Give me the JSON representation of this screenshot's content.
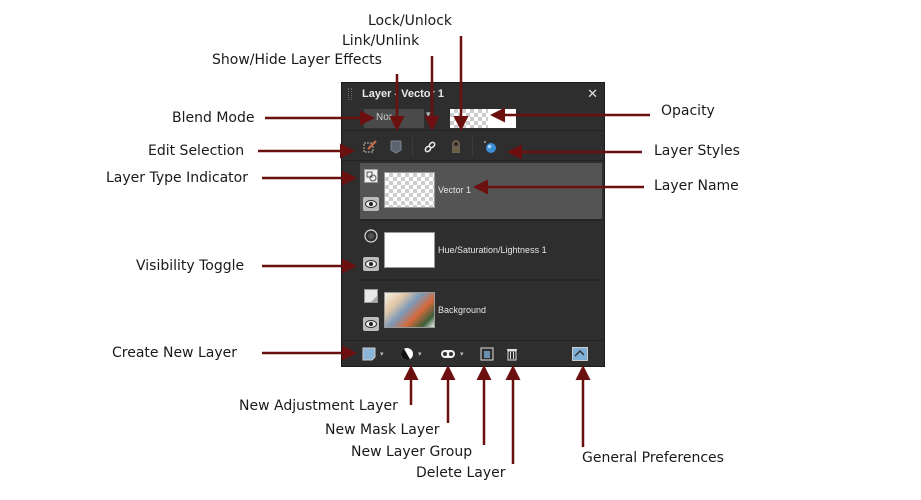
{
  "panel": {
    "title": "Layer - Vector 1",
    "close_glyph": "✕",
    "blend_mode": "Normal",
    "blend_mode_visible": "Nor",
    "dropdown_glyph": "▾",
    "layers": [
      {
        "name": "Vector 1",
        "type_icon": "vector-layer-icon",
        "thumbnail": "transparent",
        "selected": true
      },
      {
        "name": "Hue/Saturation/Lightness 1",
        "type_icon": "adjustment-layer-icon",
        "thumbnail": "white",
        "selected": false
      },
      {
        "name": "Background",
        "type_icon": "raster-layer-icon",
        "thumbnail": "photo",
        "selected": false
      }
    ],
    "toolbar_icons": [
      "edit-selection-icon",
      "layer-effects-icon",
      "link-icon",
      "lock-icon",
      "layer-styles-icon"
    ],
    "bottom_icons": [
      "new-layer-icon",
      "new-adjustment-layer-icon",
      "new-mask-layer-icon",
      "new-layer-group-icon",
      "delete-layer-icon",
      "general-preferences-icon"
    ]
  },
  "annotations": {
    "lock_unlock": "Lock/Unlock",
    "link_unlink": "Link/Unlink",
    "show_hide_effects": "Show/Hide Layer Effects",
    "blend_mode": "Blend Mode",
    "edit_selection": "Edit Selection",
    "layer_type_indicator": "Layer Type Indicator",
    "visibility_toggle": "Visibility Toggle",
    "create_new_layer": "Create New Layer",
    "opacity": "Opacity",
    "layer_styles": "Layer Styles",
    "layer_name": "Layer Name",
    "new_adjustment_layer": "New Adjustment Layer",
    "new_mask_layer": "New Mask Layer",
    "new_layer_group": "New Layer Group",
    "delete_layer": "Delete Layer",
    "general_preferences": "General Preferences"
  },
  "colors": {
    "arrow": "#6b0f0f",
    "panel_bg": "#2e2e2e",
    "selected_layer": "#545454"
  }
}
